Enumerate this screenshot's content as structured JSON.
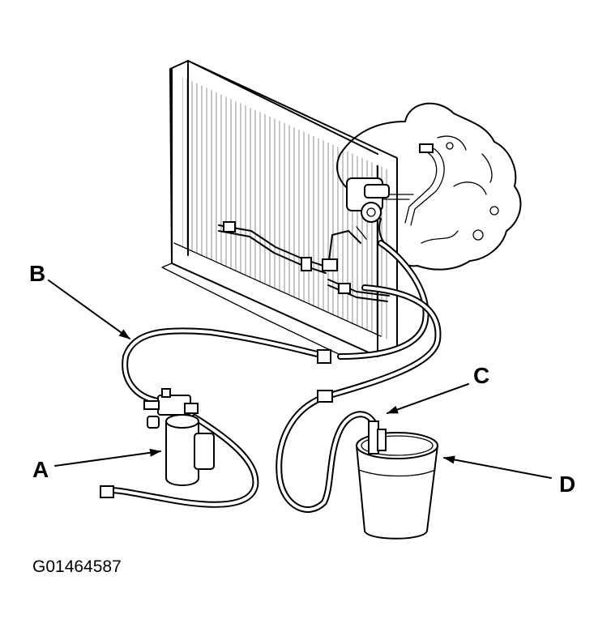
{
  "callouts": {
    "a": "A",
    "b": "B",
    "c": "C",
    "d": "D"
  },
  "figure_id": "G01464587"
}
